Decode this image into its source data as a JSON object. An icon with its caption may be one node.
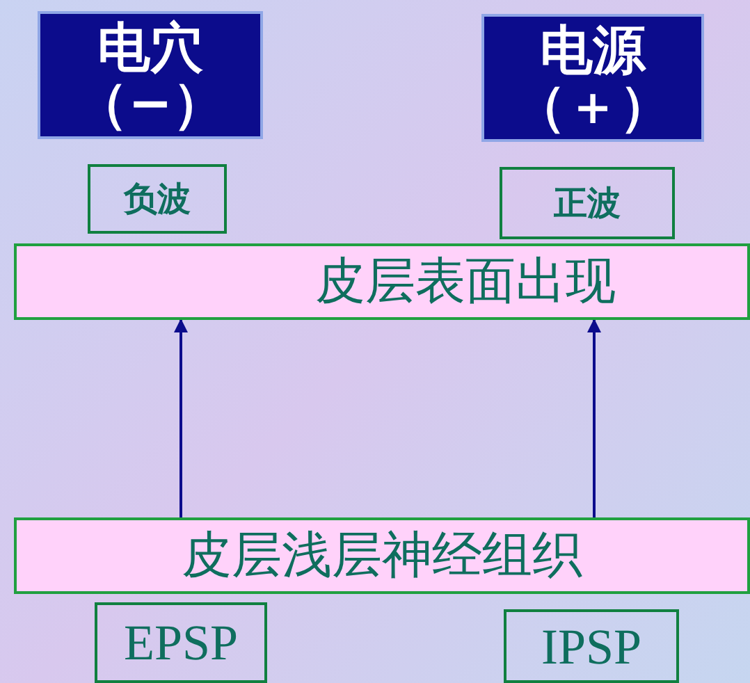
{
  "diagram": {
    "nodes": [
      {
        "text": [
          "电穴（−）"
        ]
      },
      {
        "text": [
          "电源（＋）"
        ]
      },
      {
        "text": [
          "负波"
        ]
      },
      {
        "text": [
          "正波"
        ]
      },
      {
        "text": [
          "皮层表面出现"
        ]
      },
      {
        "text": [
          "皮层浅层神经组织"
        ]
      },
      {
        "text": [
          "EPSP"
        ]
      },
      {
        "text": [
          "IPSP"
        ]
      }
    ],
    "edges": [
      {
        "from": 5,
        "to": 4,
        "arrow": "to"
      },
      {
        "from": 5,
        "to": 4,
        "arrow": "to"
      }
    ]
  }
}
